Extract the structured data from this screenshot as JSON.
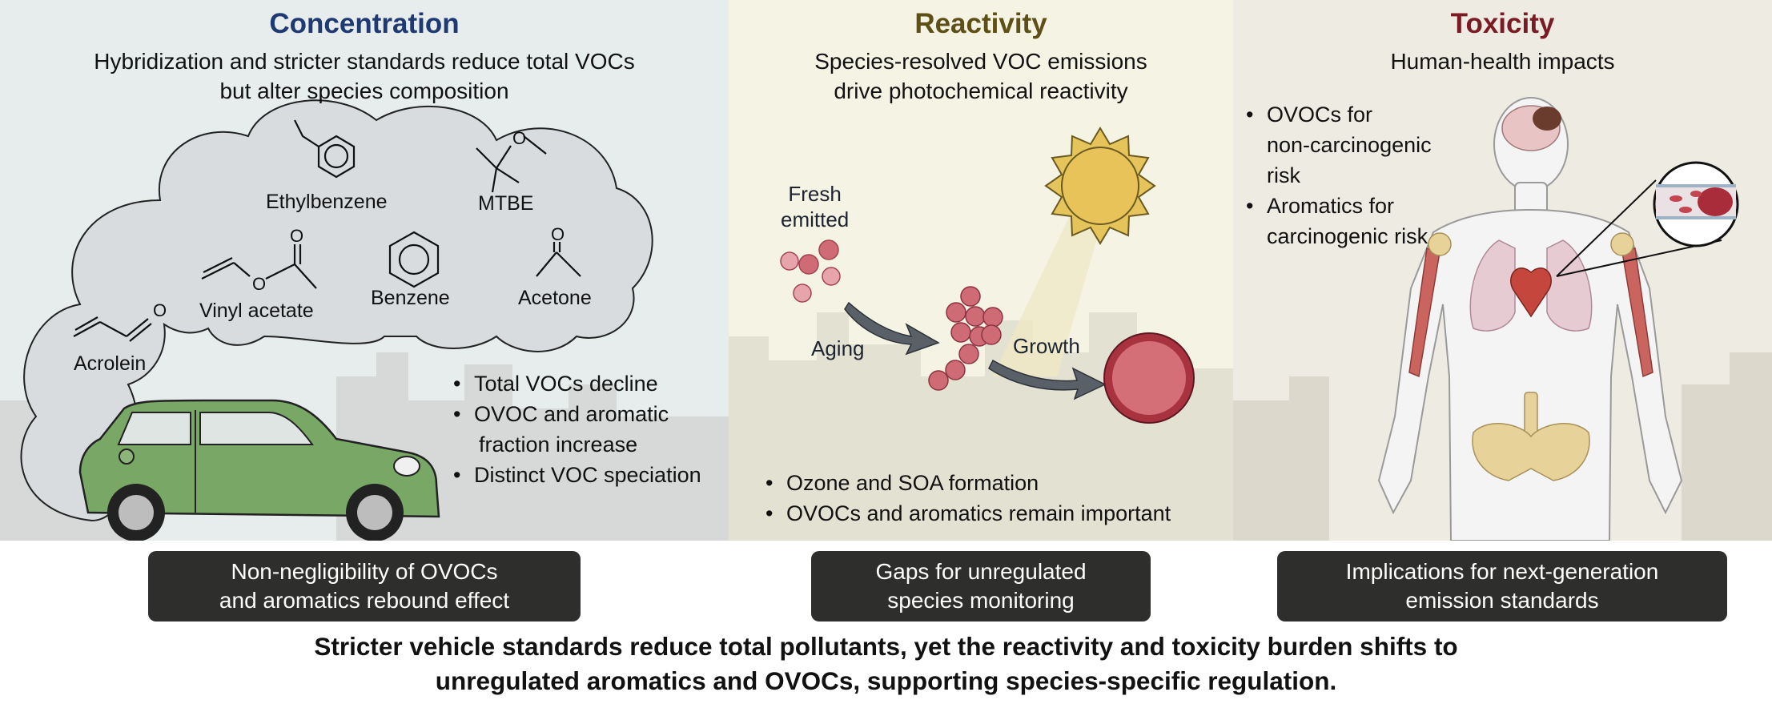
{
  "panels": {
    "concentration": {
      "title": "Concentration",
      "title_color": "#1f3a73",
      "subtitle_lines": [
        "Hybridization and stricter standards reduce total VOCs",
        "but alter species composition"
      ],
      "molecules": [
        "Ethylbenzene",
        "MTBE",
        "Vinyl acetate",
        "Benzene",
        "Acetone",
        "Acrolein"
      ],
      "bullets": [
        "Total VOCs decline",
        "OVOC and aromatic",
        " fraction increase",
        "Distinct VOC speciation"
      ],
      "callout_lines": [
        "Non-negligibility of OVOCs",
        "and aromatics rebound effect"
      ]
    },
    "reactivity": {
      "title": "Reactivity",
      "title_color": "#5e4f16",
      "subtitle_lines": [
        "Species-resolved VOC emissions",
        "drive photochemical reactivity"
      ],
      "labels": {
        "fresh": [
          "Fresh",
          "emitted"
        ],
        "aging": "Aging",
        "growth": "Growth"
      },
      "bullets": [
        "Ozone and SOA formation",
        "OVOCs and aromatics remain important"
      ],
      "callout_lines": [
        "Gaps for unregulated",
        "species monitoring"
      ]
    },
    "toxicity": {
      "title": "Toxicity",
      "title_color": "#7a1a22",
      "subtitle_lines": [
        "Human-health impacts"
      ],
      "bullets": [
        "OVOCs for",
        "non-carcinogenic",
        "risk",
        "Aromatics for",
        "carcinogenic risk"
      ],
      "callout_lines": [
        "Implications for next-generation",
        "emission standards"
      ]
    }
  },
  "conclusion_lines": [
    "Stricter vehicle standards reduce total pollutants, yet the reactivity and toxicity burden shifts to",
    "unregulated aromatics and OVOCs, supporting species-specific regulation."
  ],
  "colors": {
    "car": "#79a765",
    "cloud": "#d8dcdf",
    "particle": "#cf6b74",
    "sun": "#e6c45c",
    "callout_bg": "#2e2e2c",
    "skyline": "#d3d3cf"
  }
}
